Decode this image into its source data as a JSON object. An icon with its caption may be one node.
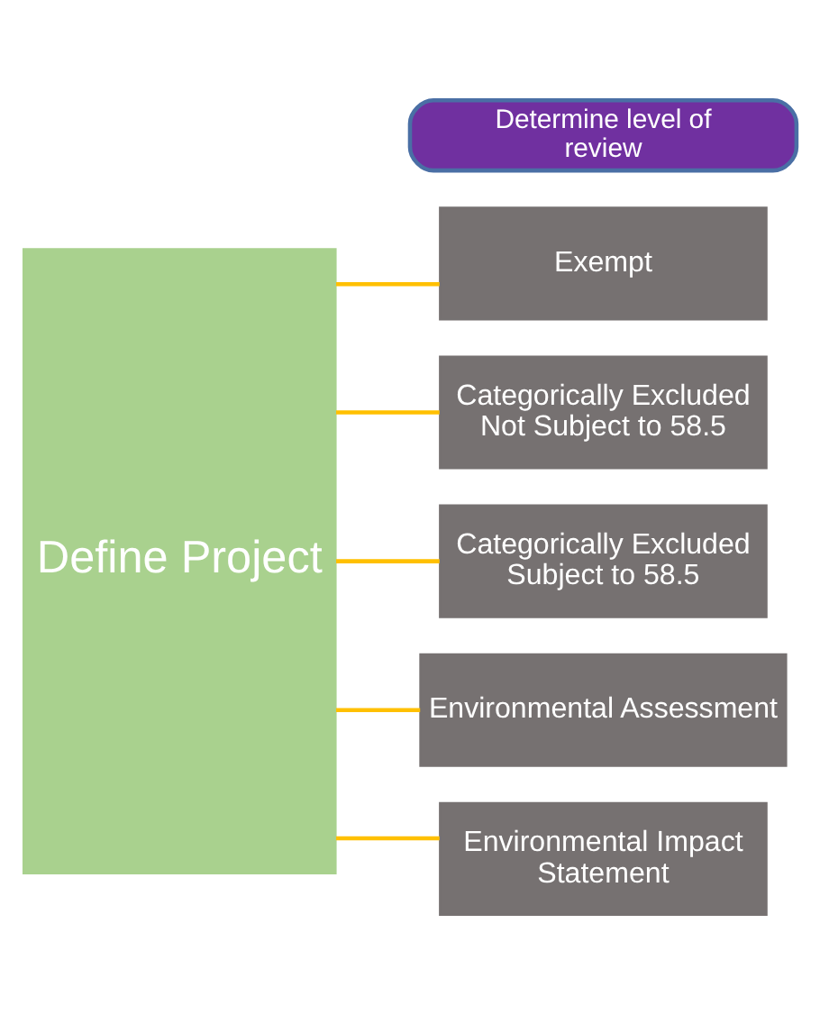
{
  "diagram": {
    "nodes": [
      {
        "text": [
          "Determine level of review"
        ]
      },
      {
        "text": [
          "Define Project"
        ]
      },
      {
        "text": [
          "Exempt"
        ]
      },
      {
        "text": [
          "Categorically Excluded Not Subject to 58.5"
        ]
      },
      {
        "text": [
          "Categorically Excluded Subject to 58.5"
        ]
      },
      {
        "text": [
          "Environmental Assessment"
        ]
      },
      {
        "text": [
          "Environmental Impact Statement"
        ]
      }
    ],
    "edges": [
      {
        "from": 1,
        "to": 2,
        "arrow": "none"
      },
      {
        "from": 1,
        "to": 3,
        "arrow": "none"
      },
      {
        "from": 1,
        "to": 4,
        "arrow": "none"
      },
      {
        "from": 1,
        "to": 5,
        "arrow": "none"
      },
      {
        "from": 1,
        "to": 6,
        "arrow": "none"
      }
    ]
  }
}
